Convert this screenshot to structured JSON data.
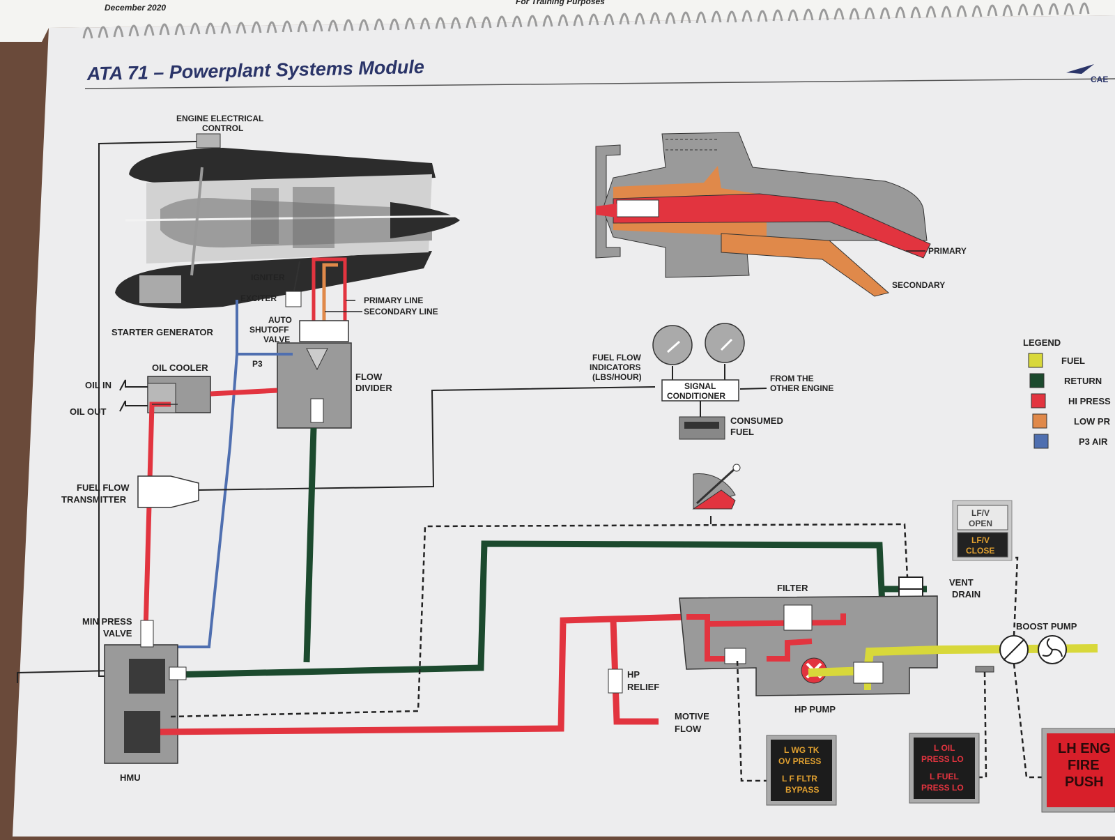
{
  "header": {
    "date": "December 2020",
    "subtitle": "For Training Purposes",
    "title": "ATA 71 – Powerplant Systems Module",
    "logo_text": "CAE"
  },
  "labels": {
    "engine_electrical_control": [
      "ENGINE ELECTRICAL",
      "CONTROL"
    ],
    "igniter": "IGNITER",
    "exciter": "EXCITER",
    "primary_line": "PRIMARY LINE",
    "secondary_line": "SECONDARY LINE",
    "starter_generator": "STARTER GENERATOR",
    "auto_shutoff_valve": [
      "AUTO",
      "SHUTOFF",
      "VALVE"
    ],
    "p3": "P3",
    "oil_cooler": "OIL COOLER",
    "oil_in": "OIL IN",
    "oil_out": "OIL OUT",
    "flow_divider": [
      "FLOW",
      "DIVIDER"
    ],
    "fuel_flow_transmitter": [
      "FUEL FLOW",
      "TRANSMITTER"
    ],
    "min_press_valve": [
      "MIN PRESS",
      "VALVE"
    ],
    "hmu": "HMU",
    "fuel_flow_indicators": [
      "FUEL FLOW",
      "INDICATORS",
      "(LBS/HOUR)"
    ],
    "signal_conditioner": [
      "SIGNAL",
      "CONDITIONER"
    ],
    "from_other_engine": [
      "FROM THE",
      "OTHER ENGINE"
    ],
    "consumed_fuel": [
      "CONSUMED",
      "FUEL"
    ],
    "nozzle_primary": "PRIMARY",
    "nozzle_secondary": "SECONDARY",
    "filter": "FILTER",
    "vent_drain": [
      "VENT",
      "DRAIN"
    ],
    "boost_pump": "BOOST PUMP",
    "hp_relief": [
      "HP",
      "RELIEF"
    ],
    "motive_flow": [
      "MOTIVE",
      "FLOW"
    ],
    "hp_pump": "HP PUMP",
    "lfv_open": [
      "LF/V",
      "OPEN"
    ],
    "lfv_close": [
      "LF/V",
      "CLOSE"
    ],
    "annunciator_1": [
      "L WG TK",
      "OV PRESS",
      "L F FLTR",
      "BYPASS"
    ],
    "annunciator_2": [
      "L OIL",
      "PRESS LO",
      "L FUEL",
      "PRESS LO"
    ],
    "fire_push": [
      "LH ENG",
      "FIRE",
      "PUSH"
    ]
  },
  "legend": {
    "title": "LEGEND",
    "items": [
      {
        "label": "FUEL",
        "color": "#d8d83a"
      },
      {
        "label": "RETURN",
        "color": "#1c4a2e"
      },
      {
        "label": "HI PRESS",
        "color": "#e2343f"
      },
      {
        "label": "LOW PR",
        "color": "#e0894a"
      },
      {
        "label": "P3 AIR",
        "color": "#4f6fb0"
      }
    ]
  },
  "colors": {
    "fuel": "#d8d83a",
    "return": "#1c4a2e",
    "hi_press": "#e2343f",
    "low_press": "#e0894a",
    "p3_air": "#4f6fb0",
    "component_gray": "#9a9a9a",
    "title_blue": "#2a3468"
  }
}
